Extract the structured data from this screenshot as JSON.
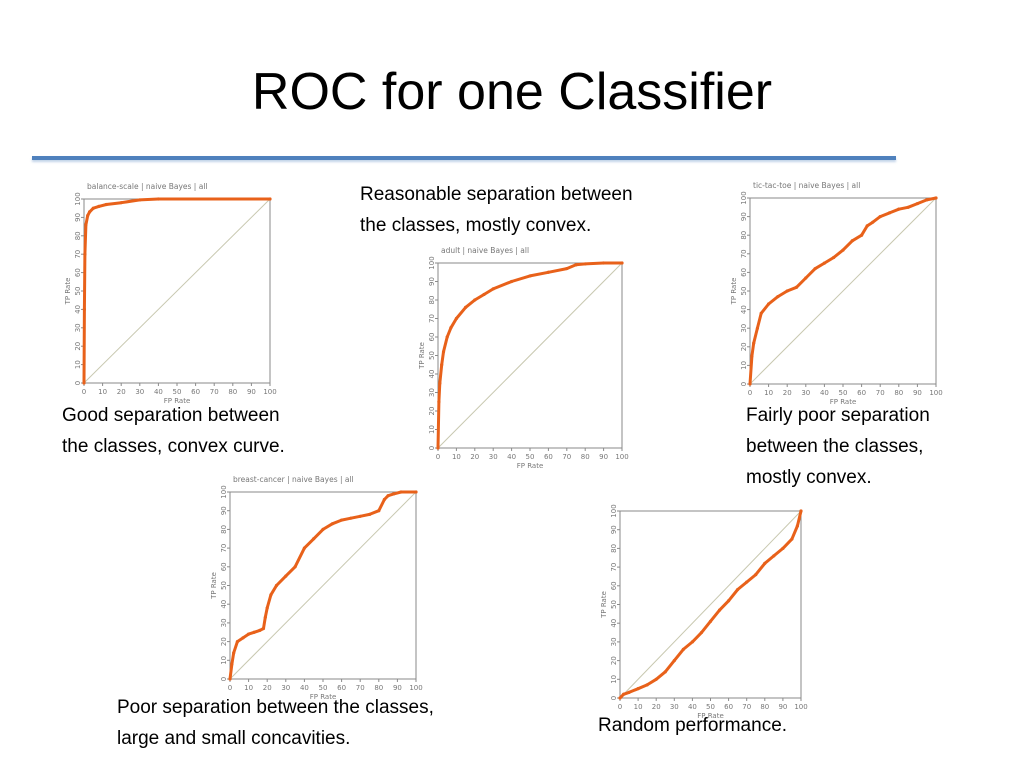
{
  "slide": {
    "title": "ROC for one Classifier",
    "accent_color": "#4f81bd"
  },
  "captions": {
    "balance": [
      "Good separation between",
      "the classes, convex curve."
    ],
    "adult": [
      "Reasonable separation between",
      "the classes, mostly convex."
    ],
    "tictactoe": [
      "Fairly poor separation",
      "between the classes,",
      "mostly convex."
    ],
    "breast": [
      "Poor separation between the classes,",
      "large and small  concavities."
    ],
    "random": [
      "Random performance."
    ]
  },
  "chart_data": [
    {
      "id": "balance",
      "type": "line",
      "title": "balance-scale | naive Bayes | all",
      "xlabel": "FP Rate",
      "ylabel": "TP Rate",
      "xlim": [
        0,
        100
      ],
      "ylim": [
        0,
        100
      ],
      "ticks": [
        "0",
        "10",
        "20",
        "30",
        "40",
        "50",
        "60",
        "70",
        "80",
        "90",
        "100"
      ],
      "line_color": "#e8611a",
      "diagonal_color": "#c8c8b0",
      "x": [
        0,
        0.2,
        0.5,
        1,
        2,
        3,
        5,
        8,
        12,
        20,
        30,
        40,
        100
      ],
      "y": [
        0,
        40,
        70,
        86,
        91,
        93,
        95,
        96,
        97,
        98,
        99.5,
        100,
        100
      ]
    },
    {
      "id": "adult",
      "type": "line",
      "title": "adult | naive Bayes | all",
      "xlabel": "FP Rate",
      "ylabel": "TP Rate",
      "xlim": [
        0,
        100
      ],
      "ylim": [
        0,
        100
      ],
      "ticks": [
        "0",
        "10",
        "20",
        "30",
        "40",
        "50",
        "60",
        "70",
        "80",
        "90",
        "100"
      ],
      "line_color": "#e8611a",
      "diagonal_color": "#c8c8b0",
      "x": [
        0,
        0.5,
        1,
        2,
        3,
        5,
        7,
        10,
        15,
        20,
        25,
        30,
        40,
        50,
        60,
        70,
        75,
        80,
        90,
        100
      ],
      "y": [
        0,
        25,
        35,
        45,
        52,
        60,
        65,
        70,
        76,
        80,
        83,
        86,
        90,
        93,
        95,
        97,
        99,
        99.5,
        100,
        100
      ]
    },
    {
      "id": "tictactoe",
      "type": "line",
      "title": "tic-tac-toe | naive Bayes | all",
      "xlabel": "FP Rate",
      "ylabel": "TP Rate",
      "xlim": [
        0,
        100
      ],
      "ylim": [
        0,
        100
      ],
      "ticks": [
        "0",
        "10",
        "20",
        "30",
        "40",
        "50",
        "60",
        "70",
        "80",
        "90",
        "100"
      ],
      "line_color": "#e8611a",
      "diagonal_color": "#c8c8b0",
      "x": [
        0,
        1,
        2,
        4,
        6,
        10,
        15,
        20,
        25,
        30,
        35,
        40,
        45,
        50,
        55,
        60,
        63,
        66,
        70,
        75,
        80,
        85,
        90,
        95,
        100
      ],
      "y": [
        0,
        15,
        22,
        30,
        38,
        43,
        47,
        50,
        52,
        57,
        62,
        65,
        68,
        72,
        77,
        80,
        85,
        87,
        90,
        92,
        94,
        95,
        97,
        99,
        100
      ]
    },
    {
      "id": "breast",
      "type": "line",
      "title": "breast-cancer | naive Bayes | all",
      "xlabel": "FP Rate",
      "ylabel": "TP Rate",
      "xlim": [
        0,
        100
      ],
      "ylim": [
        0,
        100
      ],
      "ticks": [
        "0",
        "10",
        "20",
        "30",
        "40",
        "50",
        "60",
        "70",
        "80",
        "90",
        "100"
      ],
      "line_color": "#e8611a",
      "diagonal_color": "#c8c8b0",
      "x": [
        0,
        1,
        2,
        4,
        7,
        10,
        13,
        16,
        18,
        19,
        20,
        22,
        25,
        30,
        35,
        40,
        45,
        50,
        55,
        60,
        65,
        70,
        75,
        80,
        83,
        85,
        88,
        92,
        100
      ],
      "y": [
        0,
        8,
        14,
        20,
        22,
        24,
        25,
        26,
        27,
        33,
        38,
        45,
        50,
        55,
        60,
        70,
        75,
        80,
        83,
        85,
        86,
        87,
        88,
        90,
        96,
        98,
        99,
        100,
        100
      ]
    },
    {
      "id": "random",
      "type": "line",
      "title": "",
      "xlabel": "FP Rate",
      "ylabel": "TP Rate",
      "xlim": [
        0,
        100
      ],
      "ylim": [
        0,
        100
      ],
      "ticks": [
        "0",
        "10",
        "20",
        "30",
        "40",
        "50",
        "60",
        "70",
        "80",
        "90",
        "100"
      ],
      "line_color": "#e8611a",
      "diagonal_color": "#c8c8b0",
      "x": [
        0,
        2,
        5,
        10,
        15,
        20,
        25,
        30,
        35,
        40,
        45,
        50,
        55,
        60,
        65,
        70,
        75,
        80,
        85,
        90,
        95,
        98,
        100
      ],
      "y": [
        0,
        2,
        3,
        5,
        7,
        10,
        14,
        20,
        26,
        30,
        35,
        41,
        47,
        52,
        58,
        62,
        66,
        72,
        76,
        80,
        85,
        92,
        100
      ]
    }
  ]
}
